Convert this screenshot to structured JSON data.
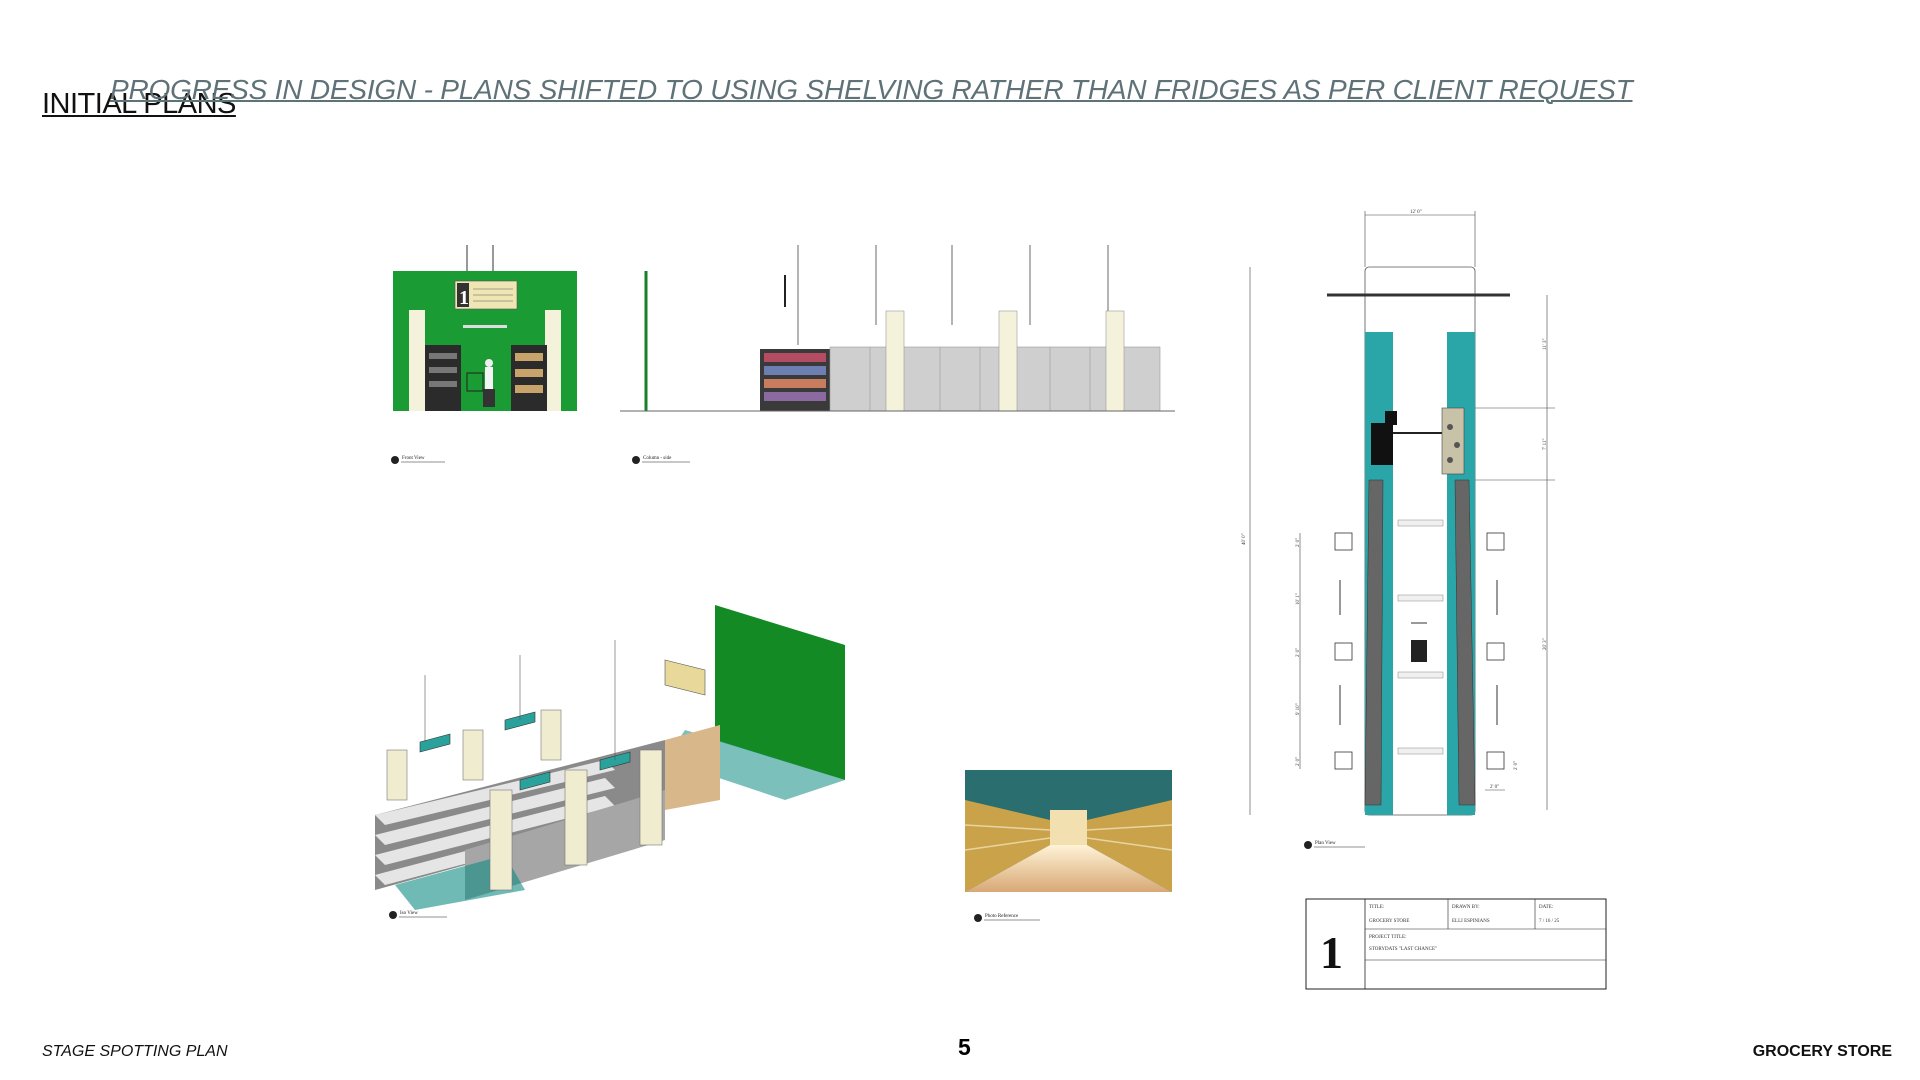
{
  "slide": {
    "subtitle": "PROGRESS IN DESIGN - PLANS SHIFTED TO USING SHELVING RATHER THAN FRIDGES AS PER CLIENT REQUEST ",
    "title": "INITIAL PLANS",
    "page_number": "5",
    "footer_left": "STAGE SPOTTING PLAN",
    "footer_right": "GROCERY STORE"
  },
  "views": {
    "front": "Front View",
    "column_side": "Column - side",
    "iso": "Iso View",
    "photo_ref": "Photo Reference",
    "plan": "Plan View"
  },
  "plan_dims": {
    "width": "12' 0\"",
    "overall": "40' 0\"",
    "right_top": "11' 3\"",
    "right_mid": "7' 11\"",
    "right_low": "20' 3\"",
    "left_1": "2' 0\"",
    "left_2": "10' 1\"",
    "left_3": "2' 0\"",
    "left_4": "9' 10\"",
    "left_5": "2' 0\"",
    "small_h": "2' 0\"",
    "small_w": "2' 0\""
  },
  "title_block": {
    "sheet_number": "1",
    "title_label": "TITLE:",
    "title_value": "GROCERY STORE",
    "drawn_label": "DRAWN BY:",
    "drawn_value": "ELLI ESPINIANS",
    "date_label": "DATE:",
    "date_value": "7 / 16 / 25",
    "project_label": "PROJECT TITLE:",
    "project_value": "STORYDATS \"LAST CHANCE\""
  }
}
